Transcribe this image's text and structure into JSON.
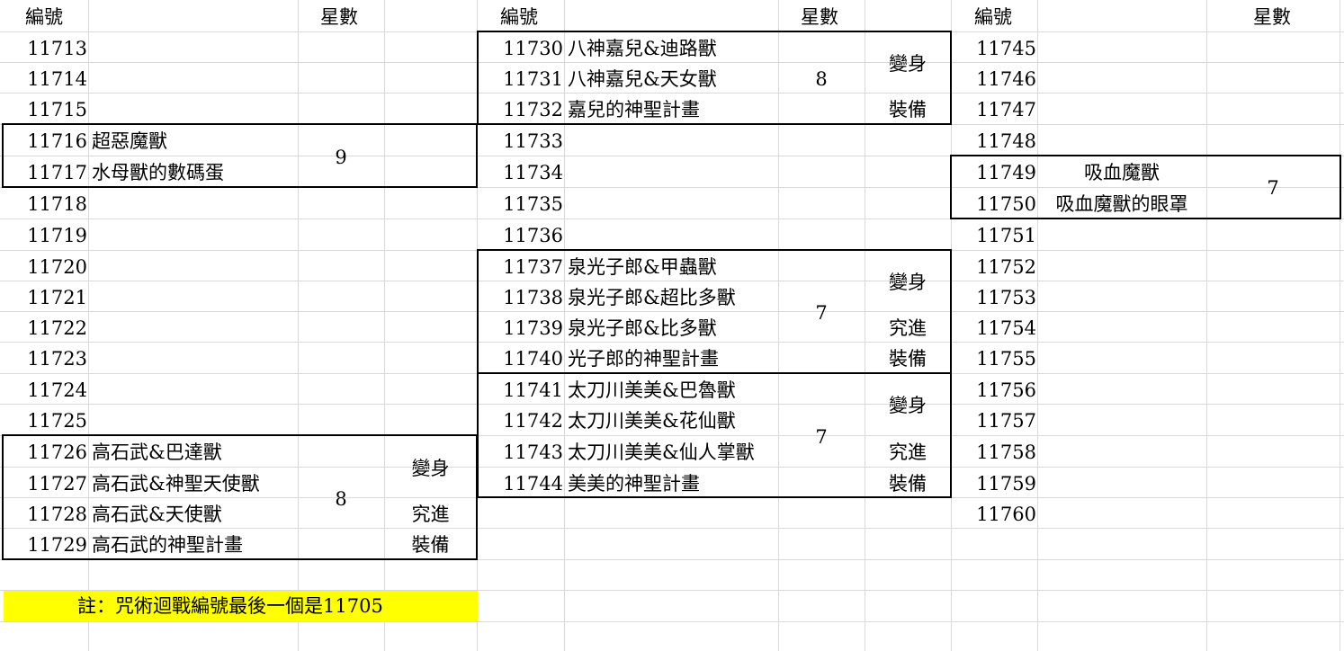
{
  "headers": {
    "a_number": "編號",
    "a_stars": "星數",
    "b_number": "編號",
    "b_stars": "星數",
    "c_number": "編號",
    "c_stars": "星數"
  },
  "col_a_rows": [
    {
      "num": "11713",
      "name": ""
    },
    {
      "num": "11714",
      "name": ""
    },
    {
      "num": "11715",
      "name": ""
    },
    {
      "num": "11716",
      "name": "超惡魔獸"
    },
    {
      "num": "11717",
      "name": "水母獸的數碼蛋"
    },
    {
      "num": "11718",
      "name": ""
    },
    {
      "num": "11719",
      "name": ""
    },
    {
      "num": "11720",
      "name": ""
    },
    {
      "num": "11721",
      "name": ""
    },
    {
      "num": "11722",
      "name": ""
    },
    {
      "num": "11723",
      "name": ""
    },
    {
      "num": "11724",
      "name": ""
    },
    {
      "num": "11725",
      "name": ""
    },
    {
      "num": "11726",
      "name": "高石武&巴達獸"
    },
    {
      "num": "11727",
      "name": "高石武&神聖天使獸"
    },
    {
      "num": "11728",
      "name": "高石武&天使獸"
    },
    {
      "num": "11729",
      "name": "高石武的神聖計畫"
    }
  ],
  "col_a_groups": [
    {
      "stars": "9",
      "types": []
    },
    {
      "stars": "8",
      "types": [
        "變身",
        "究進",
        "裝備"
      ]
    }
  ],
  "col_b_rows": [
    {
      "num": "11730",
      "name": "八神嘉兒&迪路獸"
    },
    {
      "num": "11731",
      "name": "八神嘉兒&天女獸"
    },
    {
      "num": "11732",
      "name": "嘉兒的神聖計畫"
    },
    {
      "num": "11733",
      "name": ""
    },
    {
      "num": "11734",
      "name": ""
    },
    {
      "num": "11735",
      "name": ""
    },
    {
      "num": "11736",
      "name": ""
    },
    {
      "num": "11737",
      "name": "泉光子郎&甲蟲獸"
    },
    {
      "num": "11738",
      "name": "泉光子郎&超比多獸"
    },
    {
      "num": "11739",
      "name": "泉光子郎&比多獸"
    },
    {
      "num": "11740",
      "name": "光子郎的神聖計畫"
    },
    {
      "num": "11741",
      "name": "太刀川美美&巴魯獸"
    },
    {
      "num": "11742",
      "name": "太刀川美美&花仙獸"
    },
    {
      "num": "11743",
      "name": "太刀川美美&仙人掌獸"
    },
    {
      "num": "11744",
      "name": "美美的神聖計畫"
    }
  ],
  "col_b_groups": [
    {
      "stars": "8",
      "types": [
        "變身",
        "裝備"
      ]
    },
    {
      "stars": "7",
      "types": [
        "變身",
        "究進",
        "裝備"
      ]
    },
    {
      "stars": "7",
      "types": [
        "變身",
        "究進",
        "裝備"
      ]
    }
  ],
  "col_c_rows": [
    {
      "num": "11745",
      "name": ""
    },
    {
      "num": "11746",
      "name": ""
    },
    {
      "num": "11747",
      "name": ""
    },
    {
      "num": "11748",
      "name": ""
    },
    {
      "num": "11749",
      "name": "吸血魔獸"
    },
    {
      "num": "11750",
      "name": "吸血魔獸的眼罩"
    },
    {
      "num": "11751",
      "name": ""
    },
    {
      "num": "11752",
      "name": ""
    },
    {
      "num": "11753",
      "name": ""
    },
    {
      "num": "11754",
      "name": ""
    },
    {
      "num": "11755",
      "name": ""
    },
    {
      "num": "11756",
      "name": ""
    },
    {
      "num": "11757",
      "name": ""
    },
    {
      "num": "11758",
      "name": ""
    },
    {
      "num": "11759",
      "name": ""
    },
    {
      "num": "11760",
      "name": ""
    }
  ],
  "col_c_groups": [
    {
      "stars": "7",
      "types": []
    }
  ],
  "note": "註：咒術迴戰編號最後一個是11705"
}
